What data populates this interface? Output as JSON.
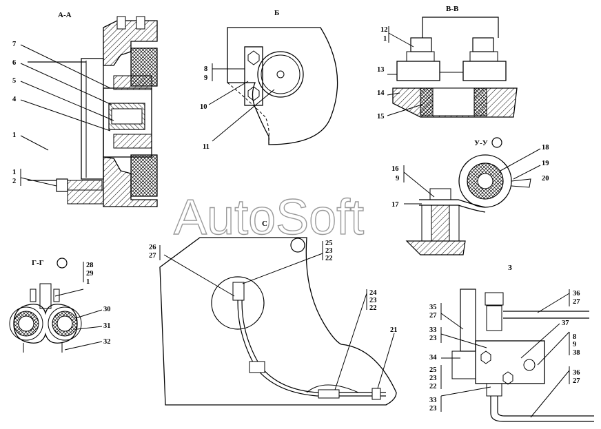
{
  "views": {
    "aa": "А-А",
    "b": "Б",
    "vv": "В-В",
    "uu": "У-У",
    "gg": "Г-Г",
    "c": "С",
    "z": "З"
  },
  "watermark": "AutoSoft",
  "labels": {
    "aa_7": "7",
    "aa_6": "6",
    "aa_5": "5",
    "aa_4": "4",
    "aa_1": "1",
    "aa_1b": "1",
    "aa_2": "2",
    "b_8": "8",
    "b_9": "9",
    "b_10": "10",
    "b_11": "11",
    "vv_12": "12",
    "vv_1": "1",
    "vv_13": "13",
    "vv_14": "14",
    "vv_15": "15",
    "uu_18": "18",
    "uu_16": "16",
    "uu_9": "9",
    "uu_19": "19",
    "uu_20": "20",
    "uu_17": "17",
    "gg_28": "28",
    "gg_29": "29",
    "gg_1": "1",
    "gg_30": "30",
    "gg_31": "31",
    "gg_32": "32",
    "c_26": "26",
    "c_27": "27",
    "c_25": "25",
    "c_23": "23",
    "c_22": "22",
    "c_24": "24",
    "c_23b": "23",
    "c_22b": "22",
    "c_21": "21",
    "z_35": "35",
    "z_27a": "27",
    "z_36a": "36",
    "z_27b": "27",
    "z_33a": "33",
    "z_23a": "23",
    "z_37": "37",
    "z_8": "8",
    "z_9": "9",
    "z_38": "38",
    "z_34": "34",
    "z_25": "25",
    "z_23b": "23",
    "z_22": "22",
    "z_33b": "33",
    "z_23c": "23",
    "z_36b": "36",
    "z_27c": "27"
  }
}
